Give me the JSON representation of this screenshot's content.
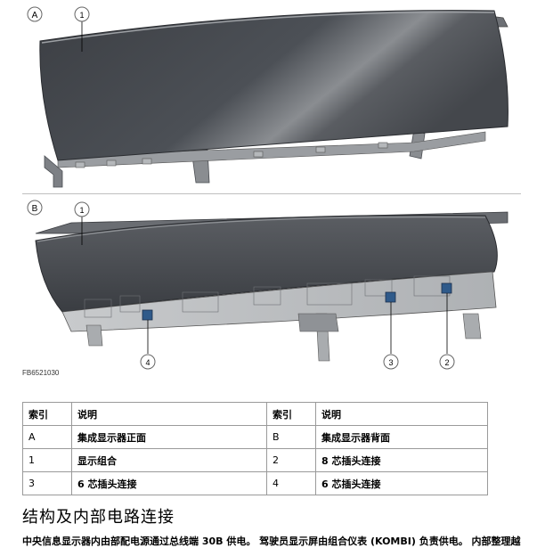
{
  "figure": {
    "panel_a_label": "A",
    "panel_b_label": "B",
    "callout_1": "1",
    "callout_2": "2",
    "callout_3": "3",
    "callout_4": "4",
    "figure_code": "FB6521030"
  },
  "legend_table": {
    "header": {
      "index": "索引",
      "desc": "说明",
      "index2": "索引",
      "desc2": "说明"
    },
    "rows": [
      {
        "i1": "A",
        "d1": "集成显示器正面",
        "i2": "B",
        "d2": "集成显示器背面"
      },
      {
        "i1": "1",
        "d1": "显示组合",
        "i2": "2",
        "d2": "8 芯插头连接"
      },
      {
        "i1": "3",
        "d1": "6 芯插头连接",
        "i2": "4",
        "d2": "6 芯插头连接"
      }
    ]
  },
  "section": {
    "title": "结构及内部电路连接",
    "body": "中央信息显示器内由部配电源通过总线端 30B 供电。 驾驶员显示屏由组合仪表 (KOMBI) 负责供电。 内部整理越"
  }
}
